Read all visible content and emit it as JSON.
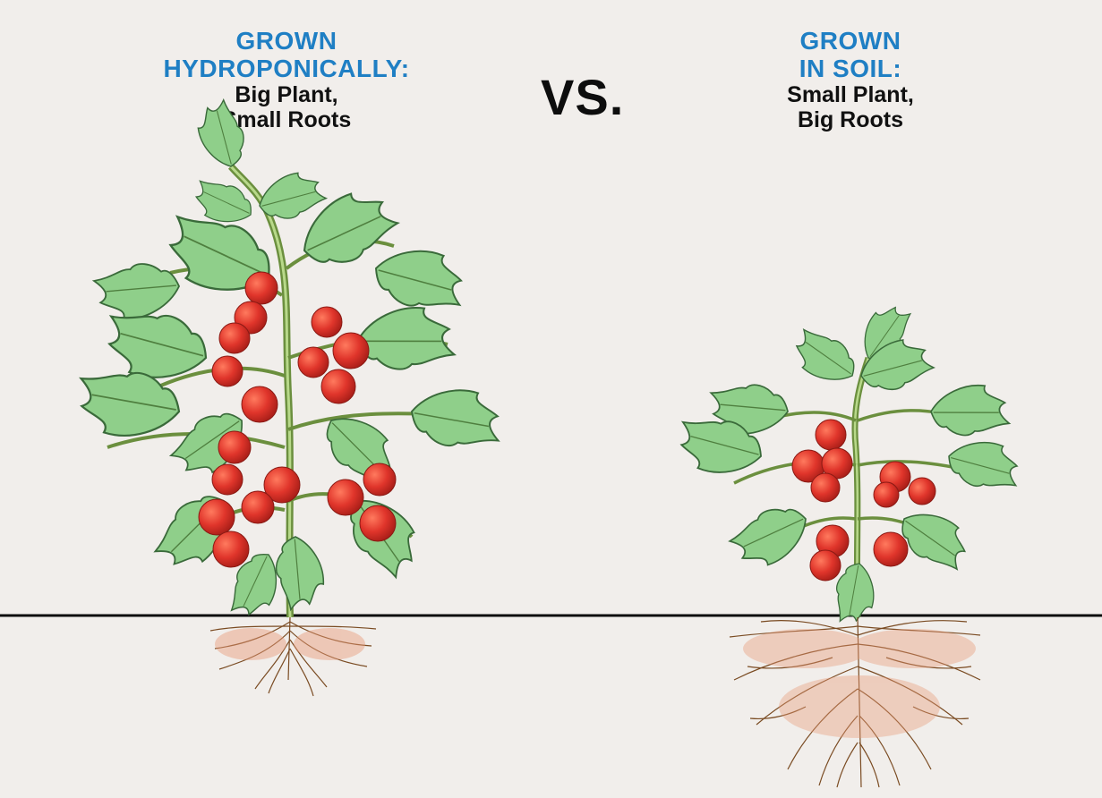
{
  "left": {
    "title_line1": "GROWN",
    "title_line2": "HYDROPONICALLY:",
    "subtitle_line1": "Big Plant,",
    "subtitle_line2": "Small Roots"
  },
  "vs": "VS.",
  "right": {
    "title_line1": "GROWN",
    "title_line2": "IN SOIL:",
    "subtitle_line1": "Small Plant,",
    "subtitle_line2": "Big Roots"
  },
  "colors": {
    "heading_blue": "#1f7fc4",
    "leaf": "#8fcf8a",
    "leaf_outline": "#3a6a3a",
    "stem": "#6b8f3e",
    "tomato": "#e0352b",
    "root": "#7a4b22",
    "ground_line": "#0d0d0d",
    "background": "#f1eeeb"
  }
}
